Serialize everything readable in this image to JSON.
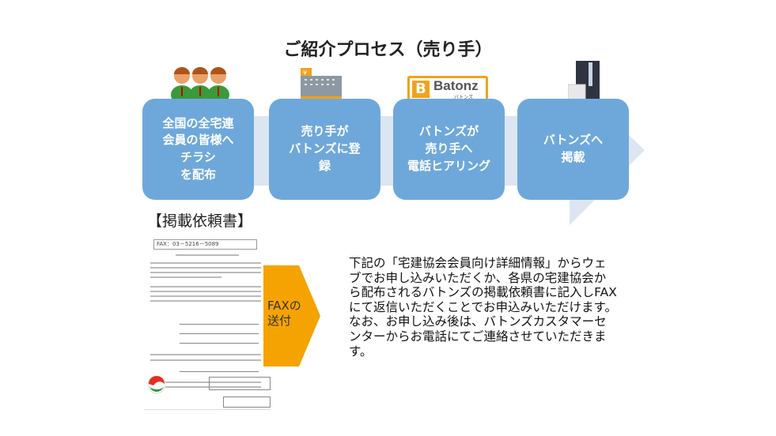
{
  "title": "ご紹介プロセス（売り手）",
  "steps": [
    {
      "lines": [
        "全国の全宅連",
        "会員の皆様へ",
        "チラシ",
        "を配布"
      ],
      "icon": "people-icon"
    },
    {
      "lines": [
        "売り手が",
        "バトンズに登",
        "録"
      ],
      "icon": "building-icon"
    },
    {
      "lines": [
        "バトンズが",
        "売り手へ",
        "電話ヒアリング"
      ],
      "icon": "batonz-logo"
    },
    {
      "lines": [
        "バトンズへ",
        "掲載"
      ],
      "icon": "businessman-laptop-icon"
    }
  ],
  "logo": {
    "name": "Batonz",
    "sub": "バトンズ"
  },
  "document": {
    "label": "【掲載依頼書】",
    "fax_header": "FAX：03－5216－5089",
    "send_label_lines": [
      "FAXの",
      "送付"
    ]
  },
  "description": [
    "下記の「宅建協会会員向け詳細情報」からウェブでお申し込みいただくか、各県の宅建協会から配布されるバトンズの掲載依頼書に記入しFAXにて返信いただくことでお申込みいただけます。",
    "なお、お申し込み後は、バトンズカスタマーセンターからお電話にてご連絡させていただきます。"
  ],
  "colors": {
    "step": "#6ea8db",
    "band": "#dce6f2",
    "send": "#f5a300",
    "logo_border": "#f2a21c"
  }
}
